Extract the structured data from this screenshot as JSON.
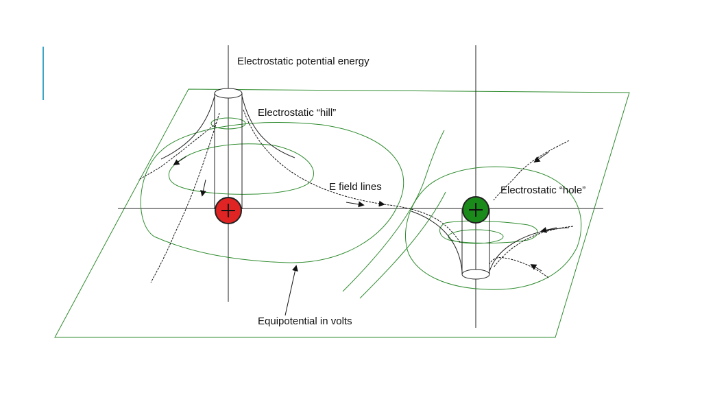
{
  "colors": {
    "accent": "#3aa6c4",
    "plane": "#2e8b2e",
    "axis": "#222222",
    "positive_charge": "#e02424",
    "negative_charge": "#1a8a1a",
    "field_line": "#111111"
  },
  "labels": {
    "potential_energy": "Electrostatic potential energy",
    "hill": "Electrostatic “hill”",
    "field_lines": "E field lines",
    "hole": "Electrostatic “hole”",
    "equipotential": "Equipotential in volts"
  },
  "icons": {
    "positive_charge": "plus-charge-icon",
    "negative_charge": "charge-icon"
  }
}
